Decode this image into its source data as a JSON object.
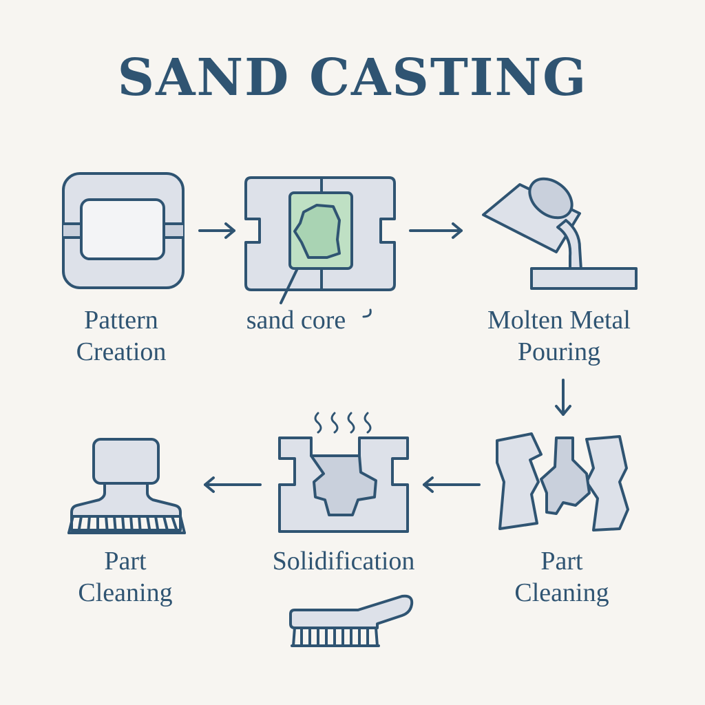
{
  "title": "SAND CASTING",
  "steps": [
    {
      "id": "pattern-creation",
      "lines": [
        "Pattern",
        "Creation"
      ]
    },
    {
      "id": "sand-core",
      "lines": [
        "sand core"
      ]
    },
    {
      "id": "molten-metal-pouring",
      "lines": [
        "Molten Metal",
        "Pouring"
      ]
    },
    {
      "id": "part-cleaning-right",
      "lines": [
        "Part",
        "Cleaning"
      ]
    },
    {
      "id": "solidification",
      "lines": [
        "Solidification"
      ]
    },
    {
      "id": "part-cleaning-left",
      "lines": [
        "Part",
        "Cleaning"
      ]
    }
  ],
  "icons": {
    "pattern": "pattern-box-icon",
    "mold": "sand-mold-core-icon",
    "pour": "ladle-pouring-icon",
    "broken_mold": "broken-mold-icon",
    "solidification": "cooling-mold-icon",
    "cleaning": "cleaning-brush-icon",
    "brush": "scrub-brush-icon"
  },
  "colors": {
    "background": "#f7f5f1",
    "stroke": "#2f5472",
    "fill": "#dde1e9",
    "casting": "#c9d0dc",
    "core": "#bfe0c4"
  }
}
